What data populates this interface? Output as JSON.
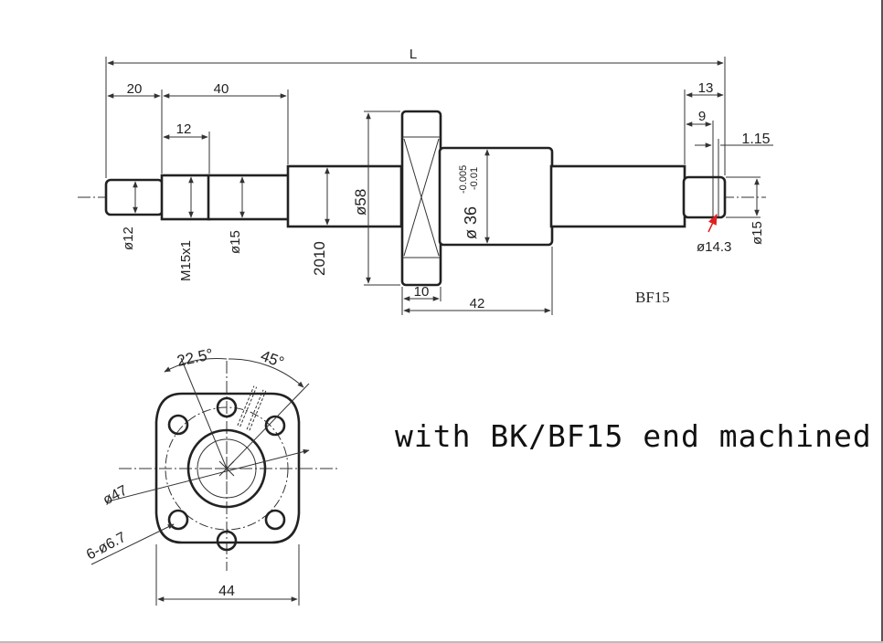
{
  "side_view": {
    "label_total_length": "L",
    "label_20": "20",
    "label_40": "40",
    "label_12": "12",
    "label_13": "13",
    "label_9": "9",
    "label_1_15": "1.15",
    "label_d12": "ø12",
    "label_m15x1": "M15x1",
    "label_d15_left": "ø15",
    "label_2010": "2010",
    "label_d58": "ø58",
    "label_d36": "ø 36",
    "label_tol_upper": "-0.005",
    "label_tol_lower": "-0.01",
    "label_d14_3": "ø14.3",
    "label_d15_right": "ø15",
    "label_10": "10",
    "label_42": "42",
    "label_bf15": "BF15"
  },
  "front_view": {
    "label_22_5": "22.5°",
    "label_45": "45°",
    "label_d47": "ø47",
    "label_holes": "6-ø6.7",
    "label_44": "44"
  },
  "caption": "with BK/BF15 end machined",
  "colors": {
    "line": "#333333",
    "arrow_marker": "#e02020"
  }
}
